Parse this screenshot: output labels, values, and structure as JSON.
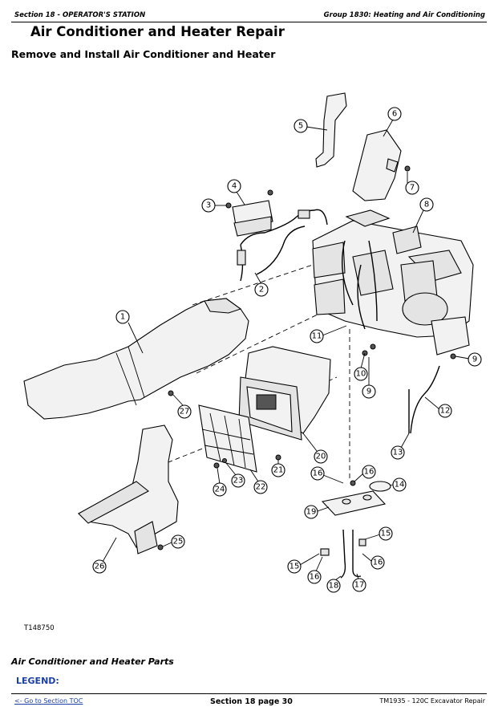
{
  "header": {
    "section": "Section 18 - OPERATOR'S STATION",
    "group": "Group 1830: Heating and Air Conditioning"
  },
  "title": "Air Conditioner and Heater Repair",
  "subtitle": "Remove and Install Air Conditioner and Heater",
  "figure": {
    "id": "T148750",
    "callouts": [
      "1",
      "2",
      "3",
      "4",
      "5",
      "6",
      "7",
      "8",
      "9",
      "9",
      "10",
      "11",
      "12",
      "13",
      "14",
      "15",
      "15",
      "16",
      "16",
      "16",
      "17",
      "18",
      "19",
      "20",
      "21",
      "22",
      "23",
      "24",
      "25",
      "26",
      "27"
    ]
  },
  "caption": "Air Conditioner and Heater Parts",
  "legend_label": "LEGEND:",
  "footer": {
    "toc_link": "<- Go to Section TOC",
    "page": "Section 18 page 30",
    "manual": "TM1935 - 120C Excavator Repair"
  }
}
